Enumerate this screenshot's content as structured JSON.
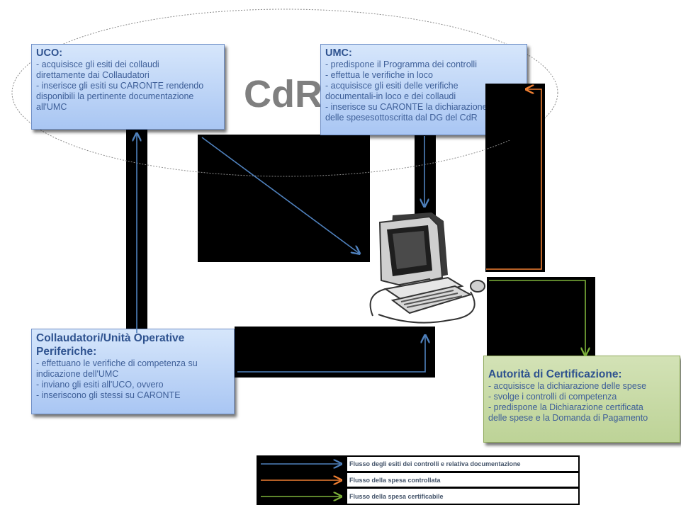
{
  "cdr_label": "CdR",
  "uco": {
    "title": "UCO:",
    "lines": [
      "- acquisisce gli esiti dei collaudi",
      "direttamente dai Collaudatori",
      "- inserisce gli esiti su CARONTE rendendo",
      "disponibili la pertinente documentazione",
      "all'UMC"
    ]
  },
  "umc": {
    "title": "UMC:",
    "lines": [
      "- predispone il Programma dei controlli",
      "- effettua le verifiche in loco",
      "- acquisisce gli esiti delle verifiche",
      "documentali-in loco e dei collaudi",
      "- inserisce su CARONTE la dichiarazione",
      "delle spesesottoscritta dal DG del CdR"
    ]
  },
  "collaudatori": {
    "title_line1": "Collaudatori/Unità Operative",
    "title_line2": "Periferiche:",
    "lines": [
      "- effettuano le verifiche di competenza su",
      "indicazione dell'UMC",
      "- inviano gli esiti all'UCO, ovvero",
      "- inseriscono gli stessi su CARONTE"
    ]
  },
  "autorita": {
    "title": "Autorità di Certificazione:",
    "lines": [
      "- acquisisce la dichiarazione delle spese",
      "- svolge i controlli di competenza",
      "- predispone la Dichiarazione certificata",
      "delle spese e la Domanda di Pagamento"
    ]
  },
  "legend": {
    "items": [
      {
        "label": "Flusso  degli esiti dei controlli e relativa documentazione",
        "color": "#4f81bd"
      },
      {
        "label": "Flusso della spesa controllata",
        "color": "#f07f32"
      },
      {
        "label": "Flusso della spesa certificabile",
        "color": "#7db23a"
      }
    ]
  },
  "colors": {
    "blue_flow": "#4f81bd",
    "orange_flow": "#f07f32",
    "green_flow": "#7db23a"
  }
}
